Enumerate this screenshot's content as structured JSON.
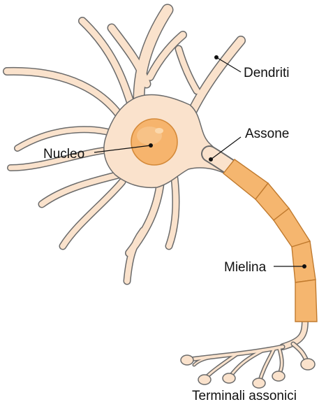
{
  "labels": {
    "dendrites": "Dendriti",
    "axon": "Assone",
    "nucleus": "Nucleo",
    "myelin": "Mielina",
    "terminals": "Terminali assonici"
  },
  "colors": {
    "cytoplasm": "#fae2cc",
    "outline": "#6b6b6b",
    "nucleus_fill": "#f6b46d",
    "nucleus_outline": "#d48a3a",
    "myelin_fill": "#f5b66f",
    "myelin_outline": "#c07a2e",
    "leader": "#111111"
  }
}
